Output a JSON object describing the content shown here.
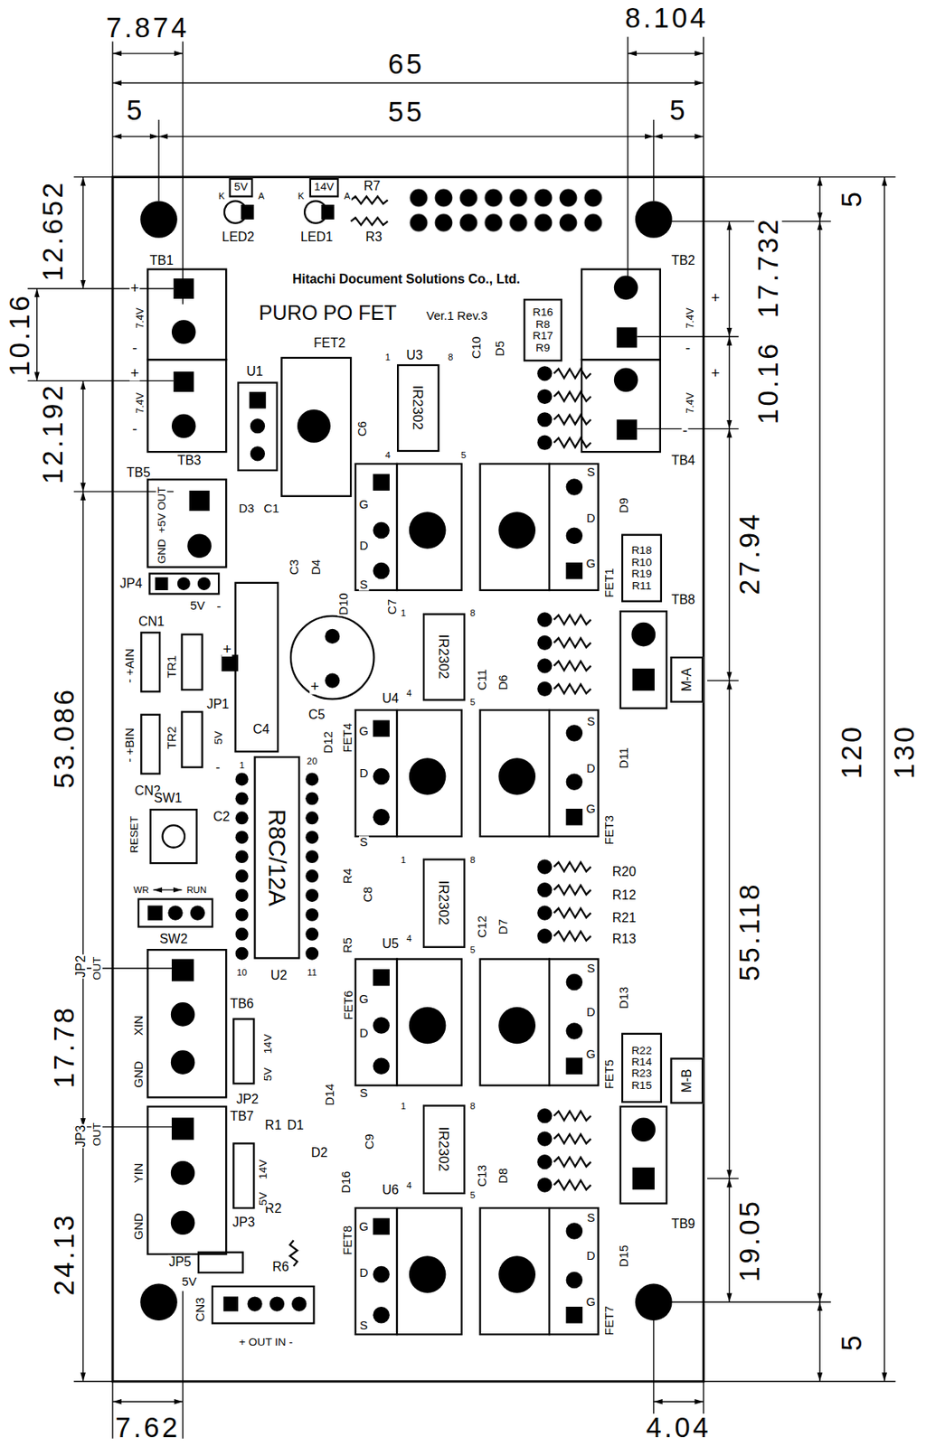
{
  "diagram": {
    "nodes": [
      {
        "text": [
          "5V"
        ]
      },
      {
        "text": [
          "14V"
        ]
      },
      {
        "text": [
          "IR2302"
        ]
      },
      {
        "text": [
          "R16 R8 R17 R9"
        ]
      },
      {
        "text": [
          "R18 R10 R19 R11"
        ]
      },
      {
        "text": [
          "IR2302"
        ]
      },
      {
        "text": [
          "M-A"
        ]
      },
      {
        "text": [
          "IR2302"
        ]
      },
      {
        "text": [
          "R8C/12A"
        ]
      },
      {
        "text": [
          "R22 R14 R23 R15"
        ]
      },
      {
        "text": [
          "M-B"
        ]
      },
      {
        "text": [
          "IR2302"
        ]
      }
    ],
    "labels": [
      "7.874",
      "8.104",
      "65",
      "5",
      "55",
      "5",
      "12.652",
      "10.16",
      "12.192",
      "53.086",
      "17.78",
      "24.13",
      "5",
      "17.732",
      "10.16",
      "27.94",
      "120",
      "130",
      "55.118",
      "19.05",
      "5",
      "7.62",
      "4.04",
      "K",
      "A",
      "K",
      "A",
      "LED2",
      "LED1",
      "R7",
      "R3",
      "Hitachi Document Solutions Co., Ltd.",
      "PURO PO FET",
      "Ver.1 Rev.3",
      "TB1",
      "+",
      "7.4V",
      "-",
      "+",
      "7.4V",
      "-",
      "TB3",
      "TB2",
      "+",
      "7.4V",
      "-",
      "+",
      "7.4V",
      "-",
      "TB4",
      "U1",
      "FET2",
      "U3",
      "1",
      "8",
      "C10",
      "D5",
      "C6",
      "4",
      "5",
      "TB5",
      "+5V OUT",
      "GND",
      "JP4",
      "5V",
      "-",
      "D3",
      "C1",
      "C3",
      "D4",
      "D10",
      "C7",
      "G",
      "D",
      "S",
      "S",
      "D",
      "G",
      "FET1",
      "D9",
      "TB8",
      "CN1",
      "- +AIN",
      "TR1",
      "- +BIN",
      "TR2",
      "CN2",
      "JP1",
      "5V",
      "-",
      "C4",
      "C5",
      "1",
      "8",
      "U4",
      "4",
      "5",
      "C11",
      "D6",
      "D12",
      "FET4",
      "G",
      "D",
      "S",
      "S",
      "D",
      "G",
      "FET3",
      "D11",
      "SW1",
      "RESET",
      "C2",
      "WR",
      "RUN",
      "SW2",
      "1",
      "20",
      "10",
      "11",
      "U2",
      "R4",
      "R5",
      "C8",
      "1",
      "8",
      "U5",
      "4",
      "5",
      "C12",
      "D7",
      "R20",
      "R12",
      "R21",
      "R13",
      "JP2",
      "OUT",
      "XIN",
      "GND",
      "TB6",
      "14V",
      "5V",
      "JP2",
      "FET6",
      "G",
      "D",
      "S",
      "D14",
      "R1",
      "D1",
      "D2",
      "D16",
      "R2",
      "JP3",
      "OUT",
      "TB7",
      "YIN",
      "GND",
      "14V",
      "5V",
      "JP3",
      "R6",
      "JP5",
      "5V",
      "CN3",
      "+ OUT IN -",
      "C9",
      "1",
      "8",
      "U6",
      "4",
      "5",
      "C13",
      "D8",
      "S",
      "D",
      "G",
      "FET5",
      "D13",
      "TB9",
      "FET8",
      "G",
      "D",
      "S",
      "S",
      "D",
      "G",
      "FET7",
      "D15",
      "+",
      "+"
    ]
  }
}
